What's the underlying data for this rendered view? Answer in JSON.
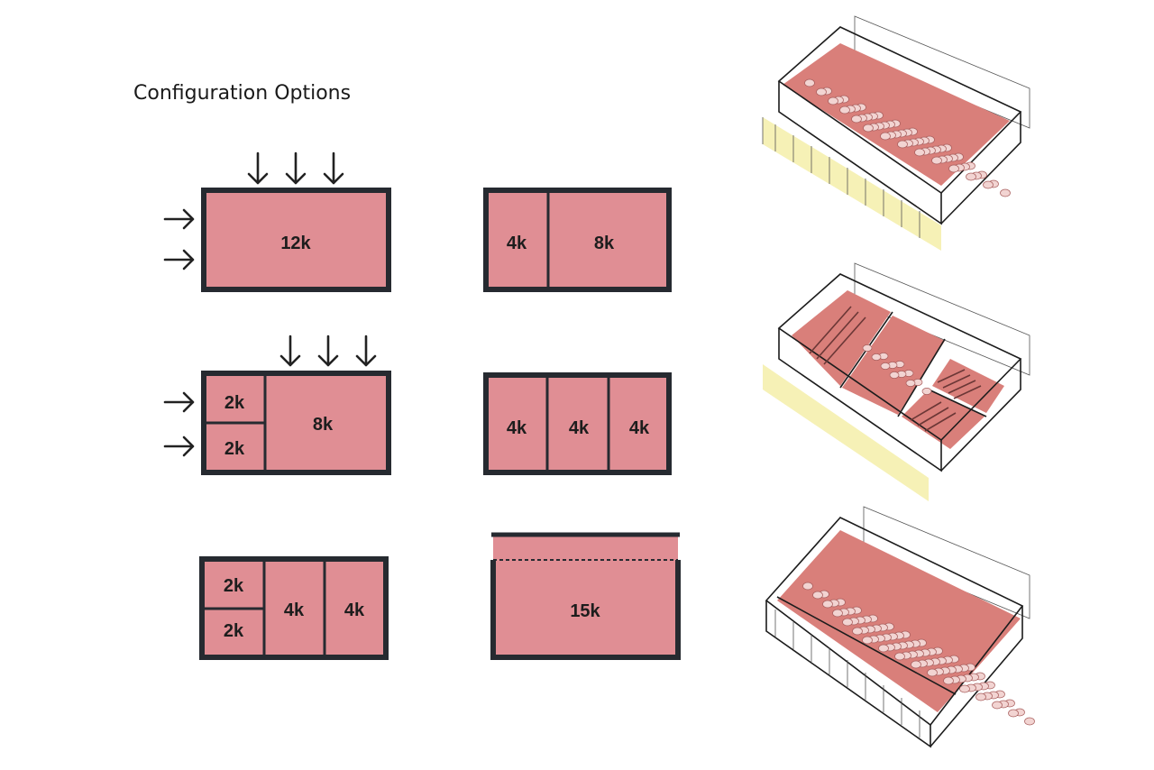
{
  "title": "Configuration Options",
  "colors": {
    "room": "#e08e94",
    "frame": "#262a30",
    "floor": "#d97f7a",
    "glass": "#f6f1b6"
  },
  "configurations": [
    {
      "id": "a",
      "rooms": [
        "12k"
      ]
    },
    {
      "id": "b",
      "rooms": [
        "4k",
        "8k"
      ]
    },
    {
      "id": "c",
      "rooms": [
        "2k",
        "2k",
        "8k"
      ]
    },
    {
      "id": "d",
      "rooms": [
        "4k",
        "4k",
        "4k"
      ]
    },
    {
      "id": "e",
      "rooms": [
        "2k",
        "2k",
        "4k",
        "4k"
      ]
    },
    {
      "id": "f",
      "rooms": [
        "15k"
      ]
    }
  ],
  "icons": [
    "arrow-down-icon",
    "arrow-right-icon"
  ],
  "isometric_views": [
    {
      "id": "banquet-full",
      "setup": "round tables"
    },
    {
      "id": "split-mixed",
      "setup": "theater rows and round tables"
    },
    {
      "id": "banquet-expanded",
      "setup": "round tables"
    }
  ]
}
